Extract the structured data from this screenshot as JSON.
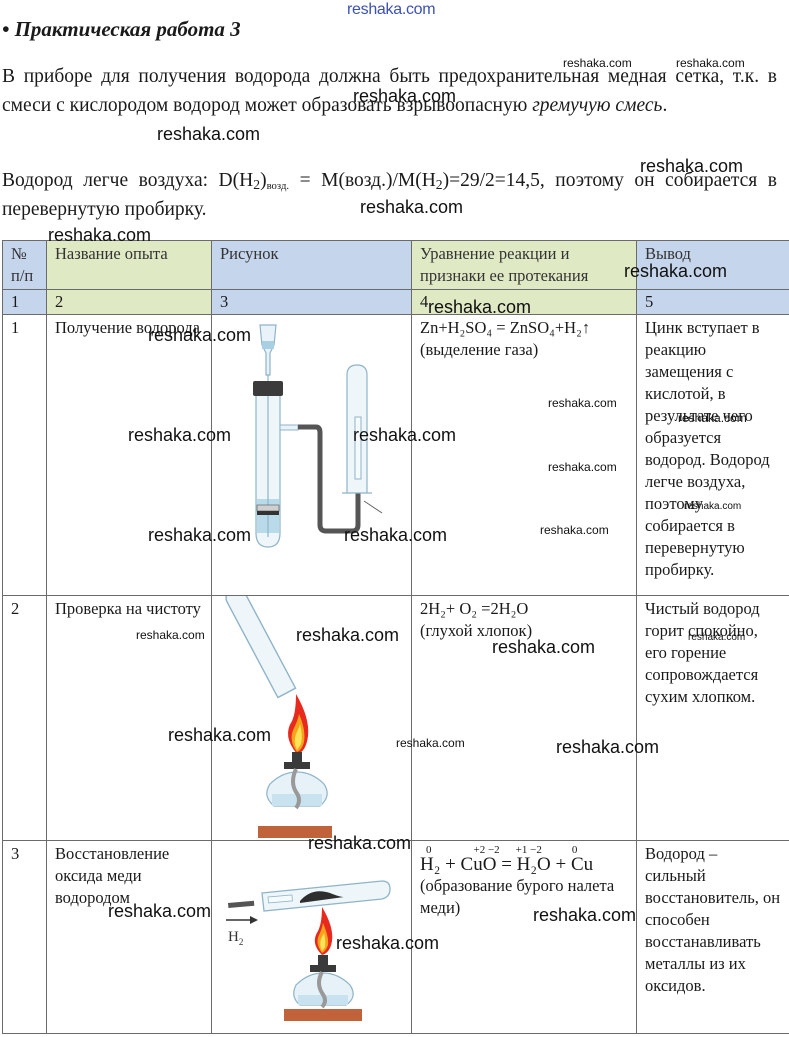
{
  "watermark": "reshaka.com",
  "title": "• Практическая работа 3",
  "paragraphs": {
    "p1_main": "В приборе для получения водорода должна быть предохранительная медная сетка, т.к. в смеси с кислородом водород может образовать взрывоопасную ",
    "p1_italic": "гремучую смесь",
    "p1_end": ".",
    "p2_a": "Водород легче воздуха: D(H",
    "p2_sub1": "2",
    "p2_b": ")",
    "p2_sub2": "возд.",
    "p2_c": " = M(возд.)/M(H",
    "p2_sub3": "2",
    "p2_d": ")=29/2=14,5, поэтому он собирается в перевернутую пробирку."
  },
  "table": {
    "headers": [
      "№ п/п",
      "Название опыта",
      "Рисунок",
      "Уравнение реакции и признаки ее протекания",
      "Вывод"
    ],
    "numbers": [
      "1",
      "2",
      "3",
      "4",
      "5"
    ],
    "rows": [
      {
        "num": "1",
        "name": "Получение водорода",
        "figure": "hydrogen-generator-apparatus",
        "equation": "Zn+H₂SO₄ = ZnSO₄+H₂↑",
        "sign": "(выделение газа)",
        "conclusion": "Цинк вступает в реакцию замещения с кислотой, в результате чего образуется водород. Водород легче воздуха, поэтому собирается в перевернутую пробирку."
      },
      {
        "num": "2",
        "name": "Проверка на чистоту",
        "figure": "test-tube-over-spirit-lamp",
        "equation": "2H₂+ O₂ =2H₂O",
        "sign": "(глухой хлопок)",
        "conclusion": "Чистый водород горит спокойно, его горение сопровождается сухим хлопком."
      },
      {
        "num": "3",
        "name": "Восстановление оксида меди водородом",
        "figure": "copper-oxide-reduction-setup",
        "equation": "H₂ + CuO = H₂O + Cu",
        "oxidation_states": [
          "0",
          "+2 −2",
          "+1 −2",
          "0"
        ],
        "sign": "(образование бурого налета меди)",
        "conclusion": "Водород – сильный восстановитель, он способен восстанавливать металлы из их оксидов.",
        "figure_label": "H₂"
      }
    ]
  },
  "colors": {
    "header_green": "#dfe9c4",
    "header_blue": "#c5d5ec",
    "watermark_top": "#3b52b4"
  }
}
